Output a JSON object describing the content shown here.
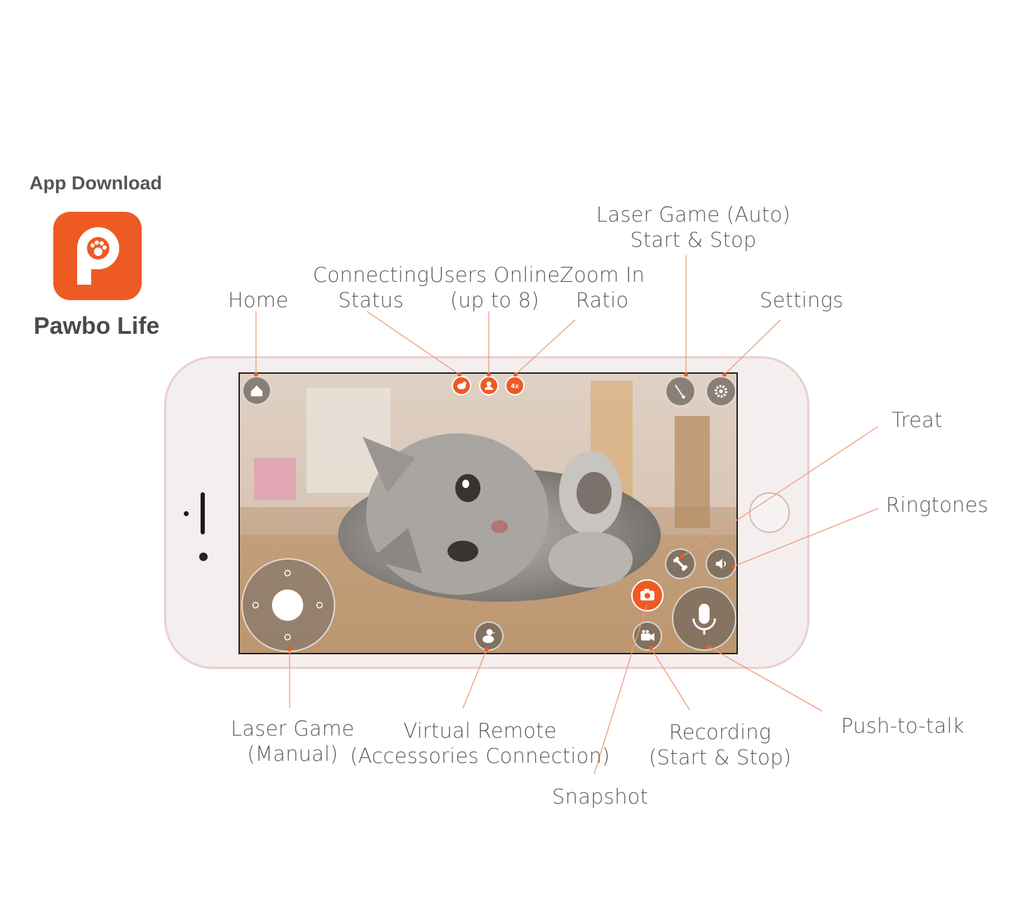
{
  "app": {
    "download_label": "App Download",
    "name": "Pawbo Life",
    "icon": "pawbo-p-logo-icon",
    "brand_color": "#ee5a24"
  },
  "labels": {
    "laser_auto_line1": "Laser Game (Auto)",
    "laser_auto_line2": "Start & Stop",
    "connecting_line1": "Connecting",
    "connecting_line2": "Status",
    "users_line1": "Users Online",
    "users_line2": "(up to 8)",
    "zoom_line1": "Zoom In",
    "zoom_line2": "Ratio",
    "home": "Home",
    "settings": "Settings",
    "treat": "Treat",
    "ringtones": "Ringtones",
    "laser_manual_line1": "Laser Game",
    "laser_manual_line2": "(Manual)",
    "remote_line1": "Virtual Remote",
    "remote_line2": "(Accessories Connection)",
    "recording_line1": "Recording",
    "recording_line2": "(Start & Stop)",
    "push_to_talk": "Push-to-talk",
    "snapshot": "Snapshot"
  },
  "screen": {
    "zoom_badge": "4x",
    "icons": [
      "home-icon",
      "connecting-status-icon",
      "users-online-icon",
      "laser-pointer-icon",
      "gear-icon",
      "bone-icon",
      "speaker-icon",
      "camera-icon",
      "video-camera-icon",
      "microphone-icon",
      "duck-icon",
      "joystick-icon"
    ]
  },
  "colors": {
    "accent": "#ee5a24",
    "label_text": "#5c5c5c",
    "phone_frame": "#eccfcf"
  }
}
